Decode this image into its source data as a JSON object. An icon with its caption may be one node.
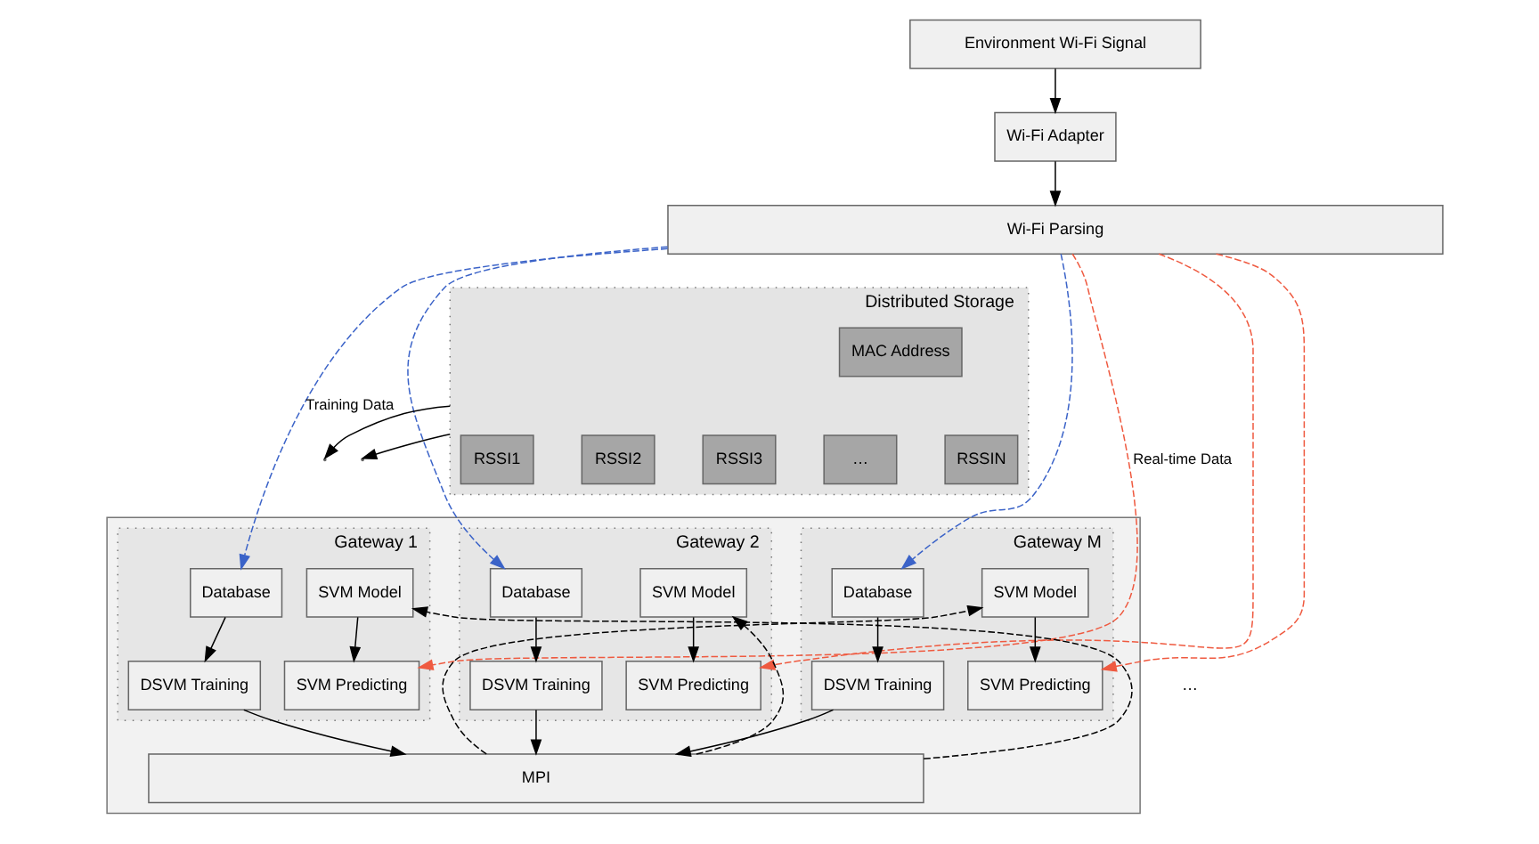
{
  "diagram": {
    "nodes": [
      {
        "text": [
          "Environment Wi-Fi Signal"
        ]
      },
      {
        "text": [
          "Wi-Fi Adapter"
        ]
      },
      {
        "text": [
          "Wi-Fi Parsing"
        ]
      },
      {
        "text": [
          "Distributed Storage"
        ]
      },
      {
        "text": [
          "MAC Address"
        ],
        "in": 3
      },
      {
        "text": [
          "RSSI1"
        ],
        "in": 3
      },
      {
        "text": [
          "RSSI2"
        ],
        "in": 3
      },
      {
        "text": [
          "RSSI3"
        ],
        "in": 3
      },
      {
        "text": [
          "…"
        ],
        "in": 3
      },
      {
        "text": [
          "RSSIN"
        ],
        "in": 3
      },
      {
        "text": [],
        "shape": "box"
      },
      {
        "text": [
          "Gateway 1"
        ],
        "in": 10
      },
      {
        "text": [
          "Database"
        ],
        "in": 11
      },
      {
        "text": [
          "SVM Model"
        ],
        "in": 11
      },
      {
        "text": [
          "DSVM Training"
        ],
        "in": 11
      },
      {
        "text": [
          "SVM Predicting"
        ],
        "in": 11
      },
      {
        "text": [
          "Gateway 2"
        ],
        "in": 10
      },
      {
        "text": [
          "Database"
        ],
        "in": 16
      },
      {
        "text": [
          "SVM Model"
        ],
        "in": 16
      },
      {
        "text": [
          "DSVM Training"
        ],
        "in": 16
      },
      {
        "text": [
          "SVM Predicting"
        ],
        "in": 16
      },
      {
        "text": [
          "Gateway M"
        ],
        "in": 10
      },
      {
        "text": [
          "Database"
        ],
        "in": 21
      },
      {
        "text": [
          "SVM Model"
        ],
        "in": 21
      },
      {
        "text": [
          "DSVM Training"
        ],
        "in": 21
      },
      {
        "text": [
          "SVM Predicting"
        ],
        "in": 21
      },
      {
        "text": [
          "MPI"
        ],
        "in": 10
      }
    ],
    "edges": [
      {
        "from": 0,
        "to": 1,
        "arrow": "to"
      },
      {
        "from": 1,
        "to": 2,
        "arrow": "to"
      },
      {
        "from": 2,
        "to": 12,
        "arrow": "to",
        "label": "Training Data",
        "style": "dashed",
        "color": "#3b63c8"
      },
      {
        "from": 2,
        "to": 17,
        "arrow": "to",
        "style": "dashed",
        "color": "#3b63c8"
      },
      {
        "from": 2,
        "to": 22,
        "arrow": "to",
        "style": "dashed",
        "color": "#3b63c8"
      },
      {
        "from": 2,
        "to": 15,
        "arrow": "to",
        "label": "Real-time Data",
        "style": "dashed",
        "color": "#ef5a40"
      },
      {
        "from": 2,
        "to": 20,
        "arrow": "to",
        "style": "dashed",
        "color": "#ef5a40"
      },
      {
        "from": 2,
        "to": 25,
        "arrow": "to",
        "style": "dashed",
        "color": "#ef5a40"
      },
      {
        "from": 3,
        "to": null,
        "arrow": "to"
      },
      {
        "from": 3,
        "to": null,
        "arrow": "to"
      },
      {
        "from": 12,
        "to": 14,
        "arrow": "to"
      },
      {
        "from": 13,
        "to": 15,
        "arrow": "to"
      },
      {
        "from": 14,
        "to": 26,
        "arrow": "to"
      },
      {
        "from": 26,
        "to": 13,
        "arrow": "to",
        "style": "dashed"
      },
      {
        "from": 17,
        "to": 19,
        "arrow": "to"
      },
      {
        "from": 18,
        "to": 20,
        "arrow": "to"
      },
      {
        "from": 19,
        "to": 26,
        "arrow": "to"
      },
      {
        "from": 26,
        "to": 18,
        "arrow": "to",
        "style": "dashed"
      },
      {
        "from": 22,
        "to": 24,
        "arrow": "to"
      },
      {
        "from": 23,
        "to": 25,
        "arrow": "to"
      },
      {
        "from": 24,
        "to": 26,
        "arrow": "to"
      },
      {
        "from": 26,
        "to": 23,
        "arrow": "to",
        "style": "dashed"
      }
    ],
    "labels": [
      "…"
    ]
  }
}
